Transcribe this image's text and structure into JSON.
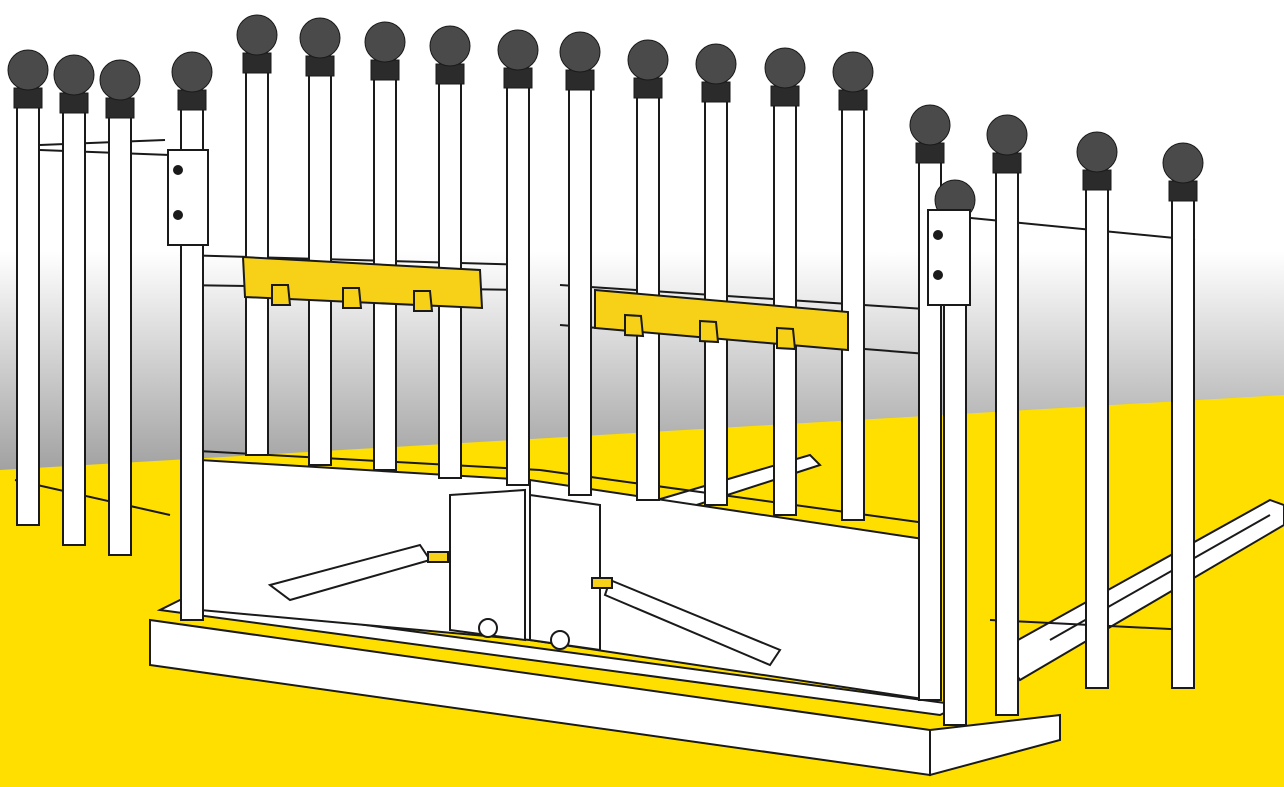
{
  "colors": {
    "background_top": "#ffffff",
    "background_gradient_bottom": "#9a9a9a",
    "floor_yellow": "#ffdf00",
    "accent_yellow": "#f7d117",
    "frame_stroke": "#1a1a1a",
    "frame_fill": "#ffffff",
    "ball_gray": "#4a4a4a",
    "collar_dark": "#2b2b2b"
  },
  "scene": {
    "subject": "product-illustration",
    "upright_posts": 19,
    "yellow_bracket_plates": 2,
    "hooks_per_plate": 3
  }
}
